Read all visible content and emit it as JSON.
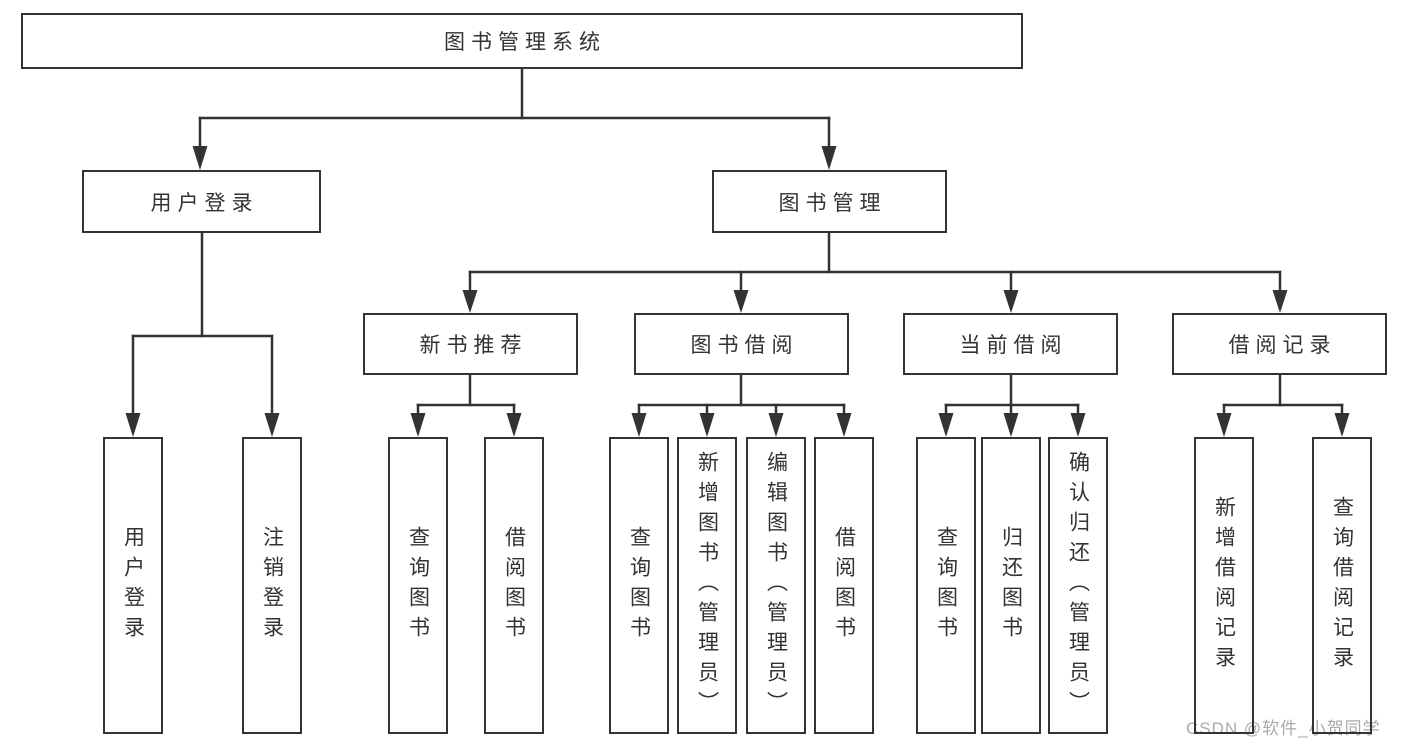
{
  "diagram_type": "functional-structure-tree",
  "colors": {
    "line": "#333333",
    "text": "#333333",
    "background": "#ffffff",
    "watermark": "#aaaaaa"
  },
  "nodes": {
    "root": {
      "label": "图书管理系统",
      "children": [
        {
          "id": "user-login",
          "label": "用户登录",
          "children": [
            {
              "id": "leaf-user-login",
              "label": "用户登录"
            },
            {
              "id": "leaf-logout",
              "label": "注销登录"
            }
          ]
        },
        {
          "id": "book-management",
          "label": "图书管理",
          "children": [
            {
              "id": "new-book-recommend",
              "label": "新书推荐",
              "children": [
                {
                  "id": "leaf-query-book-1",
                  "label": "查询图书"
                },
                {
                  "id": "leaf-borrow-book-1",
                  "label": "借阅图书"
                }
              ]
            },
            {
              "id": "book-borrowing",
              "label": "图书借阅",
              "children": [
                {
                  "id": "leaf-query-book-2",
                  "label": "查询图书"
                },
                {
                  "id": "leaf-add-book-admin",
                  "label": "新增图书（管理员）"
                },
                {
                  "id": "leaf-edit-book-admin",
                  "label": "编辑图书（管理员）"
                },
                {
                  "id": "leaf-borrow-book-2",
                  "label": "借阅图书"
                }
              ]
            },
            {
              "id": "current-borrowing",
              "label": "当前借阅",
              "children": [
                {
                  "id": "leaf-query-book-3",
                  "label": "查询图书"
                },
                {
                  "id": "leaf-return-book",
                  "label": "归还图书"
                },
                {
                  "id": "leaf-confirm-return-admin",
                  "label": "确认归还（管理员）"
                }
              ]
            },
            {
              "id": "borrowing-records",
              "label": "借阅记录",
              "children": [
                {
                  "id": "leaf-add-borrow-record",
                  "label": "新增借阅记录"
                },
                {
                  "id": "leaf-query-borrow-record",
                  "label": "查询借阅记录"
                }
              ]
            }
          ]
        }
      ]
    }
  },
  "watermark": "CSDN @软件_小贺同学"
}
